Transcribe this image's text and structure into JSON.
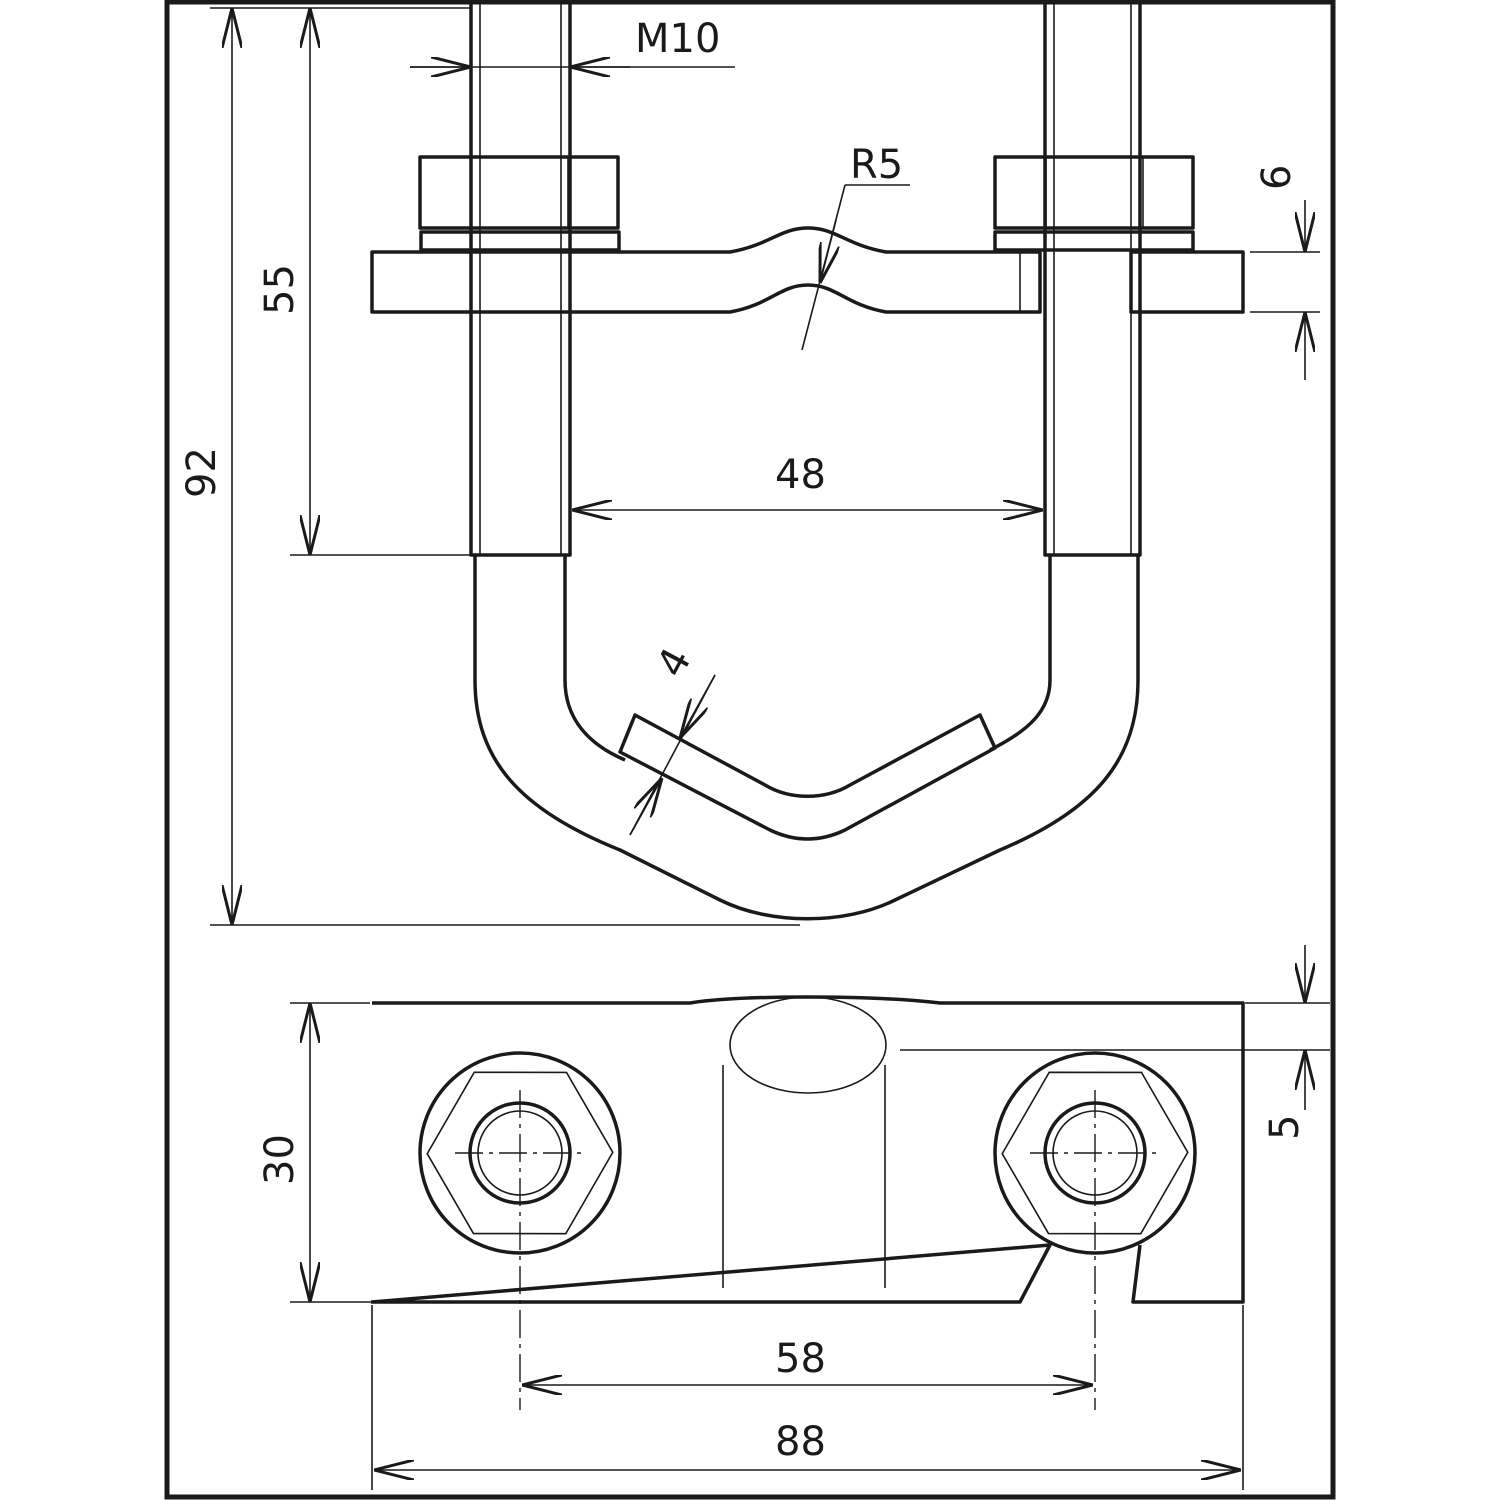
{
  "drawing": {
    "dimensions": {
      "thread": "M10",
      "radius": "R5",
      "plate_thickness": "6",
      "bolt_length": "55",
      "total_height": "92",
      "inner_width": "48",
      "saddle_thickness": "4",
      "width": "30",
      "offset": "5",
      "hole_spacing": "58",
      "total_length": "88"
    }
  }
}
